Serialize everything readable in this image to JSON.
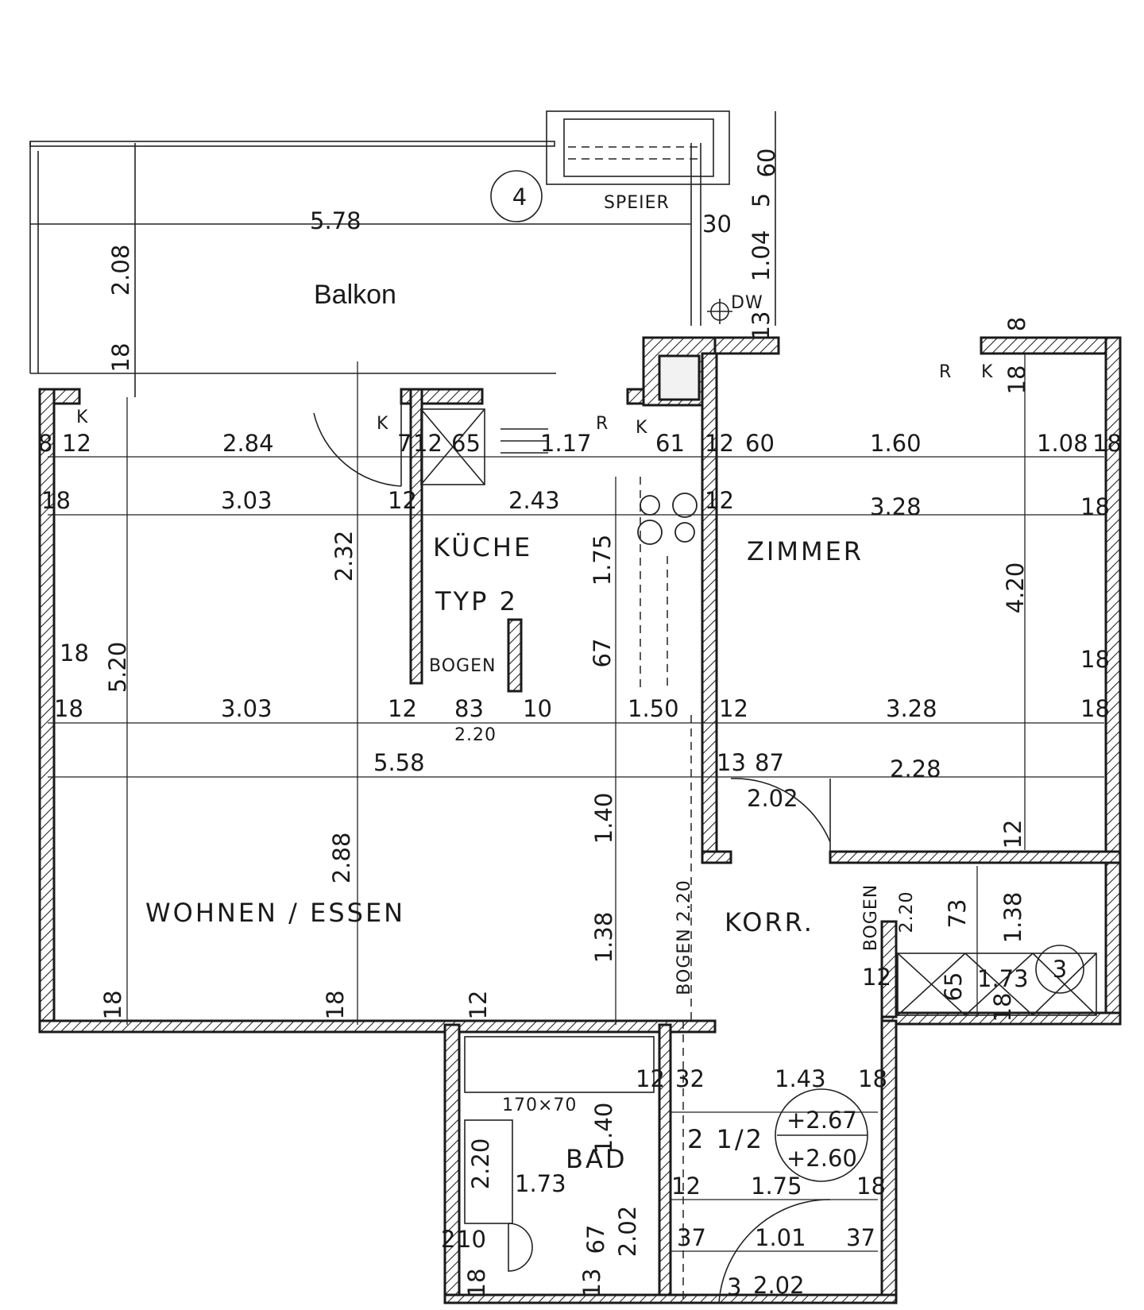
{
  "plan": {
    "unit_number": "4",
    "apartment_type": "2 1/2",
    "level_upper": "+2.67",
    "level_lower": "+2.60",
    "marker_3": "3"
  },
  "rooms": {
    "balkon": "Balkon",
    "kueche": "KÜCHE",
    "typ": "TYP 2",
    "zimmer": "ZIMMER",
    "wohnen": "WOHNEN / ESSEN",
    "korr": "KORR.",
    "bad": "BAD"
  },
  "labels": {
    "speier": "SPEIER",
    "dw": "DW",
    "bogen": "BOGEN",
    "bogen_220": "BOGEN 2.20",
    "tub": "170×70",
    "r": "R",
    "k": "K"
  },
  "dims": {
    "d578": "5.78",
    "d208": "2.08",
    "d18": "18",
    "d60": "60",
    "d5": "5",
    "d30": "30",
    "d104": "1.04",
    "d13": "13",
    "d8": "8",
    "d12": "12",
    "d284": "2.84",
    "d7": "7",
    "d65": "65",
    "d117": "1.17",
    "d61": "61",
    "d160": "1.60",
    "d108": "1.08",
    "d303": "3.03",
    "d243": "2.43",
    "d328": "3.28",
    "d232": "2.32",
    "d175": "1.75",
    "d420": "4.20",
    "d67": "67",
    "d520": "5.20",
    "d83": "83",
    "d10": "10",
    "d150": "1.50",
    "d220": "2.20",
    "d558": "5.58",
    "d87": "87",
    "d202": "2.02",
    "d228": "2.28",
    "d140": "1.40",
    "d288": "2.88",
    "d138": "1.38",
    "d73": "73",
    "d173": "1.73",
    "d32": "32",
    "d143": "1.43",
    "d101": "1.01",
    "d37": "37",
    "d3": "3",
    "d2": "2"
  }
}
